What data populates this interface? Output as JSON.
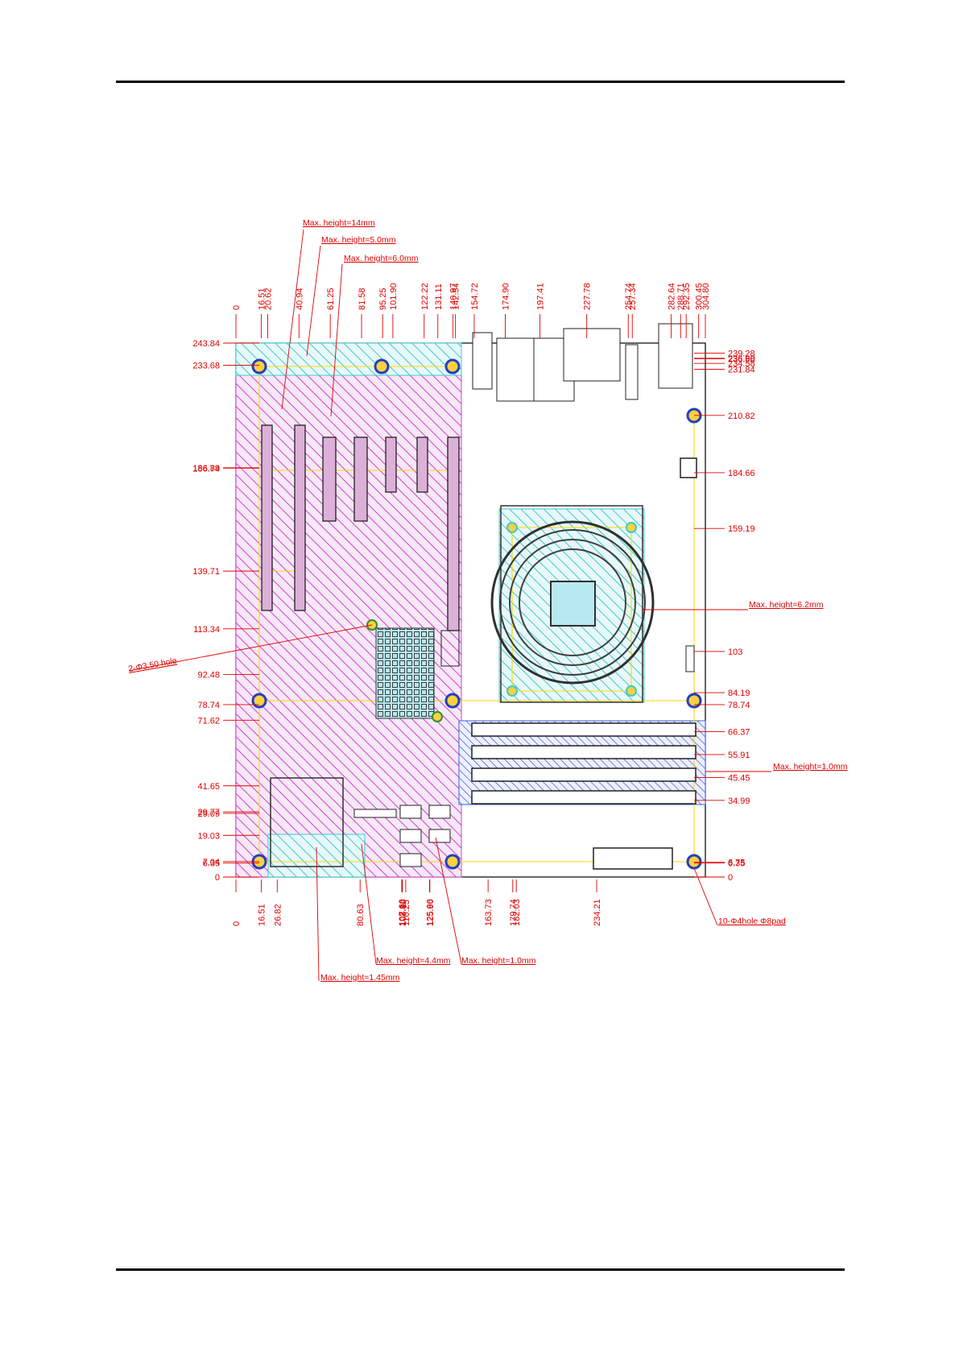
{
  "diagram": {
    "x_dimensions": [
      "0",
      "16.51",
      "20.62",
      "40.94",
      "61.25",
      "81.58",
      "95.25",
      "101.90",
      "122.22",
      "131.11",
      "140.97",
      "142.54",
      "154.72",
      "174.90",
      "197.41",
      "227.78",
      "254.74",
      "257.34",
      "282.64",
      "288.71",
      "292.35",
      "300.45",
      "304.80"
    ],
    "x_dimensions_bottom": [
      "0",
      "16.51",
      "26.82",
      "80.63",
      "107.66",
      "107.90",
      "108.10",
      "110.25",
      "125.66",
      "125.90",
      "163.73",
      "179.74",
      "182.03",
      "234.21"
    ],
    "y_dimensions_left": [
      "243.84",
      "233.68",
      "186.89",
      "186.74",
      "139.71",
      "113.34",
      "92.48",
      "78.74",
      "71.62",
      "41.65",
      "29.77",
      "29.09",
      "19.03",
      "7.04",
      "6.35",
      "0"
    ],
    "y_dimensions_right": [
      "239.28",
      "236.90",
      "236.68",
      "234.58",
      "231.84",
      "210.82",
      "184.66",
      "159.19",
      "103",
      "84.19",
      "78.74",
      "66.37",
      "55.91",
      "45.45",
      "34.99",
      "6.75",
      "6.35",
      "0"
    ],
    "notes": {
      "max_height_14": "Max. height=14mm",
      "max_height_5": "Max. height=5.0mm",
      "max_height_6": "Max. height=6.0mm",
      "max_height_62": "Max. height=6.2mm",
      "max_height_10_dimm": "Max. height=1.0mm",
      "max_height_44": "Max. height=4.4mm",
      "max_height_10_sata": "Max. height=1.0mm",
      "max_height_145": "Max. height=1.45mm",
      "hole_2": "2-Φ3.50 hole",
      "hole_10": "10-Φ4hole  Φ8pad"
    },
    "colors": {
      "dimension": "#e00000",
      "hatch_magenta": "#d040d0",
      "hatch_cyan": "#40c8d0",
      "hatch_blue": "#4060e0",
      "guide_yellow": "#ffd800"
    }
  }
}
